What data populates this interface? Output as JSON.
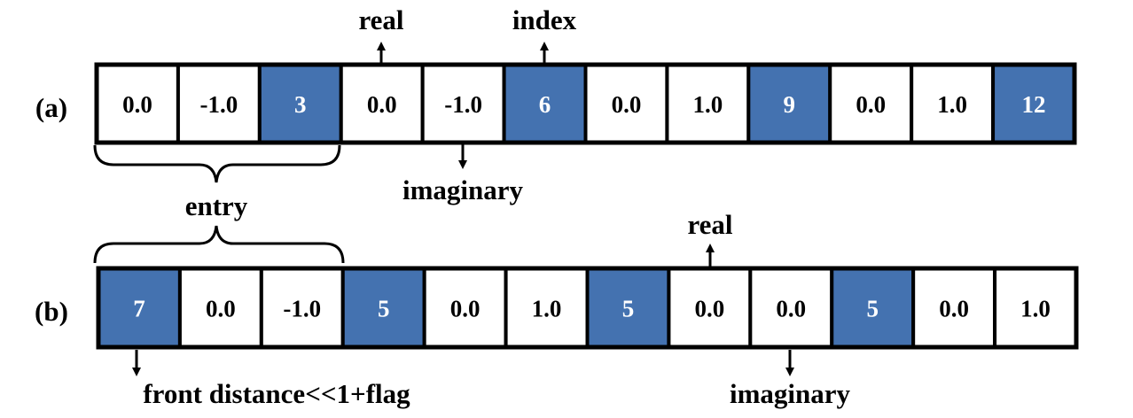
{
  "row_a": {
    "label": "(a)",
    "cells": [
      {
        "text": "0.0",
        "highlight": false
      },
      {
        "text": "-1.0",
        "highlight": false
      },
      {
        "text": "3",
        "highlight": true
      },
      {
        "text": "0.0",
        "highlight": false
      },
      {
        "text": "-1.0",
        "highlight": false
      },
      {
        "text": "6",
        "highlight": true
      },
      {
        "text": "0.0",
        "highlight": false
      },
      {
        "text": "1.0",
        "highlight": false
      },
      {
        "text": "9",
        "highlight": true
      },
      {
        "text": "0.0",
        "highlight": false
      },
      {
        "text": "1.0",
        "highlight": false
      },
      {
        "text": "12",
        "highlight": true
      }
    ]
  },
  "row_b": {
    "label": "(b)",
    "cells": [
      {
        "text": "7",
        "highlight": true
      },
      {
        "text": "0.0",
        "highlight": false
      },
      {
        "text": "-1.0",
        "highlight": false
      },
      {
        "text": "5",
        "highlight": true
      },
      {
        "text": "0.0",
        "highlight": false
      },
      {
        "text": "1.0",
        "highlight": false
      },
      {
        "text": "5",
        "highlight": true
      },
      {
        "text": "0.0",
        "highlight": false
      },
      {
        "text": "0.0",
        "highlight": false
      },
      {
        "text": "5",
        "highlight": true
      },
      {
        "text": "0.0",
        "highlight": false
      },
      {
        "text": "1.0",
        "highlight": false
      }
    ]
  },
  "annotations": {
    "a_real": "real",
    "a_index": "index",
    "a_imaginary": "imaginary",
    "entry": "entry",
    "b_real": "real",
    "b_flag": "front distance<<1+flag",
    "b_imaginary": "imaginary"
  },
  "colors": {
    "highlight_fill": "#4472b0",
    "highlight_text": "#ffffff",
    "plain_fill": "#ffffff",
    "plain_text": "#000000",
    "stroke": "#000000"
  }
}
